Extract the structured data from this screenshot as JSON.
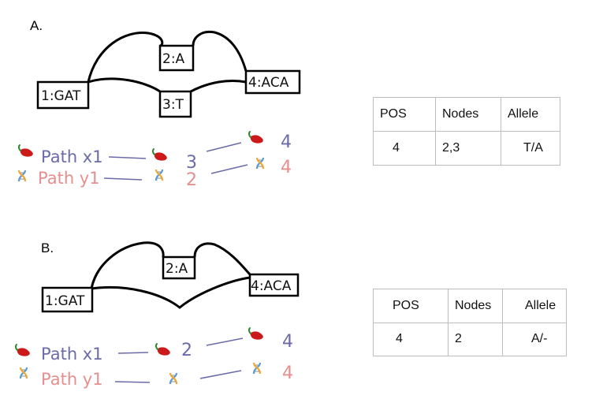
{
  "panels": [
    {
      "label": "A.",
      "nodes": [
        "1:GAT",
        "2:A",
        "3:T",
        "4:ACA"
      ],
      "paths": [
        {
          "name": "Path x1",
          "steps": [
            "3",
            "4"
          ]
        },
        {
          "name": "Path y1",
          "steps": [
            "2",
            "4"
          ]
        }
      ],
      "table": {
        "headers": [
          "POS",
          "Nodes",
          "Allele"
        ],
        "rows": [
          [
            "4",
            "2,3",
            "T/A"
          ]
        ]
      }
    },
    {
      "label": "B.",
      "nodes": [
        "1:GAT",
        "2:A",
        "4:ACA"
      ],
      "paths": [
        {
          "name": "Path x1",
          "steps": [
            "2",
            "4"
          ]
        },
        {
          "name": "Path y1",
          "steps": [
            "4"
          ]
        }
      ],
      "table": {
        "headers": [
          "POS",
          "Nodes",
          "Allele"
        ],
        "rows": [
          [
            "4",
            "2",
            "A/-"
          ]
        ]
      }
    }
  ],
  "icons": {
    "path_x": "chili-pepper-icon",
    "path_y": "dna-icon"
  },
  "colors": {
    "path_x": "#6b6ba8",
    "path_y": "#e58f8f",
    "pepper": "#cc1a1a",
    "dna": "#5b9bd5"
  }
}
